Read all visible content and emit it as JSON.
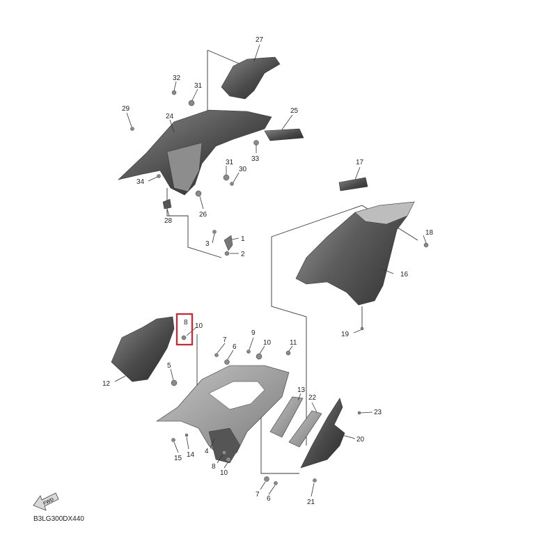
{
  "diagram": {
    "code": "B3LG300DX440",
    "fwd_label": "FWD",
    "highlighted_callout": "8",
    "colors": {
      "highlight": "#e11d2a",
      "part_dark": "#3c3c3c",
      "part_mid": "#6f6f6f",
      "part_light": "#a9a9a9",
      "line": "#333333"
    },
    "callouts": {
      "c1": "1",
      "c2": "2",
      "c3": "3",
      "c4": "4",
      "c5": "5",
      "c6a": "6",
      "c6b": "6",
      "c7a": "7",
      "c7b": "7",
      "c8a": "8",
      "c8b": "8",
      "c9": "9",
      "c10a": "10",
      "c10b": "10",
      "c10c": "10",
      "c11": "11",
      "c12": "12",
      "c13": "13",
      "c14": "14",
      "c15": "15",
      "c16": "16",
      "c17": "17",
      "c18": "18",
      "c19": "19",
      "c20": "20",
      "c21": "21",
      "c22": "22",
      "c23": "23",
      "c24": "24",
      "c25": "25",
      "c26": "26",
      "c27": "27",
      "c28": "28",
      "c29": "29",
      "c30": "30",
      "c31a": "31",
      "c31b": "31",
      "c32": "32",
      "c33": "33",
      "c34": "34"
    }
  }
}
